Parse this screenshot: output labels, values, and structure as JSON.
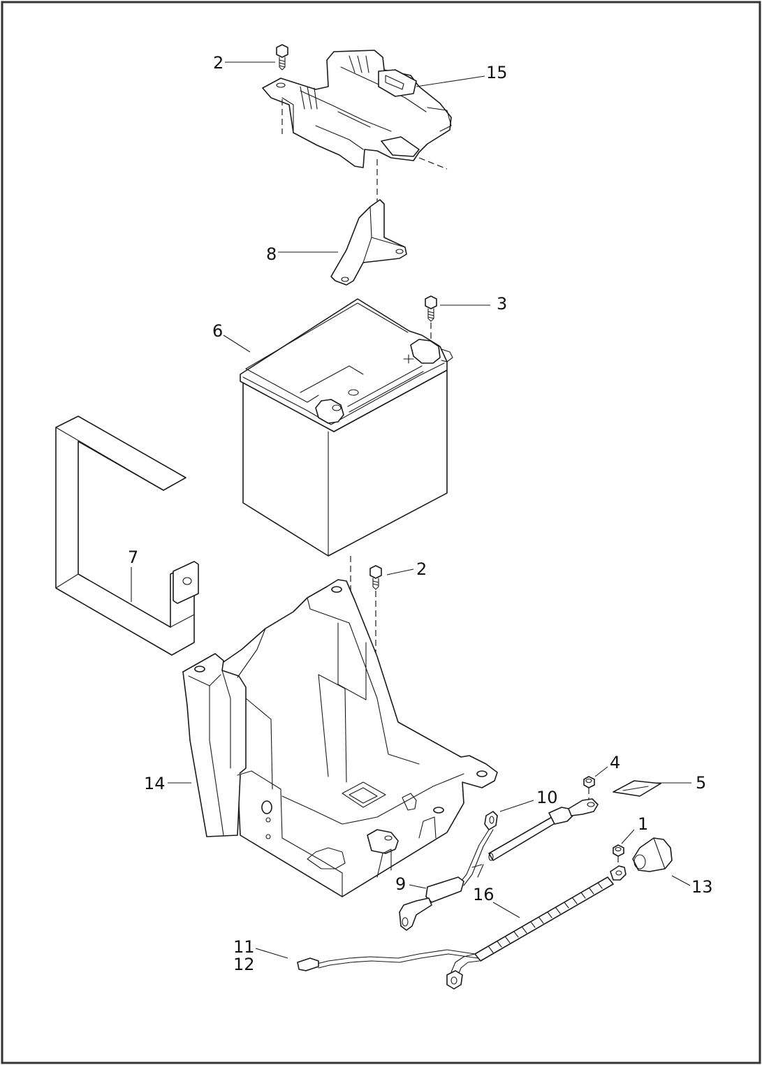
{
  "diagram": {
    "callouts": [
      {
        "id": "c2a",
        "text": "2"
      },
      {
        "id": "c15",
        "text": "15"
      },
      {
        "id": "c8",
        "text": "8"
      },
      {
        "id": "c3",
        "text": "3"
      },
      {
        "id": "c6",
        "text": "6"
      },
      {
        "id": "c7",
        "text": "7"
      },
      {
        "id": "c2b",
        "text": "2"
      },
      {
        "id": "c14",
        "text": "14"
      },
      {
        "id": "c4",
        "text": "4"
      },
      {
        "id": "c5",
        "text": "5"
      },
      {
        "id": "c10",
        "text": "10"
      },
      {
        "id": "c1",
        "text": "1"
      },
      {
        "id": "c13",
        "text": "13"
      },
      {
        "id": "c9",
        "text": "9"
      },
      {
        "id": "c16",
        "text": "16"
      },
      {
        "id": "c11",
        "text": "11"
      },
      {
        "id": "c12",
        "text": "12"
      }
    ],
    "colors": {
      "line": "#1a1a1a",
      "background": "#ffffff",
      "border": "#333333"
    }
  }
}
